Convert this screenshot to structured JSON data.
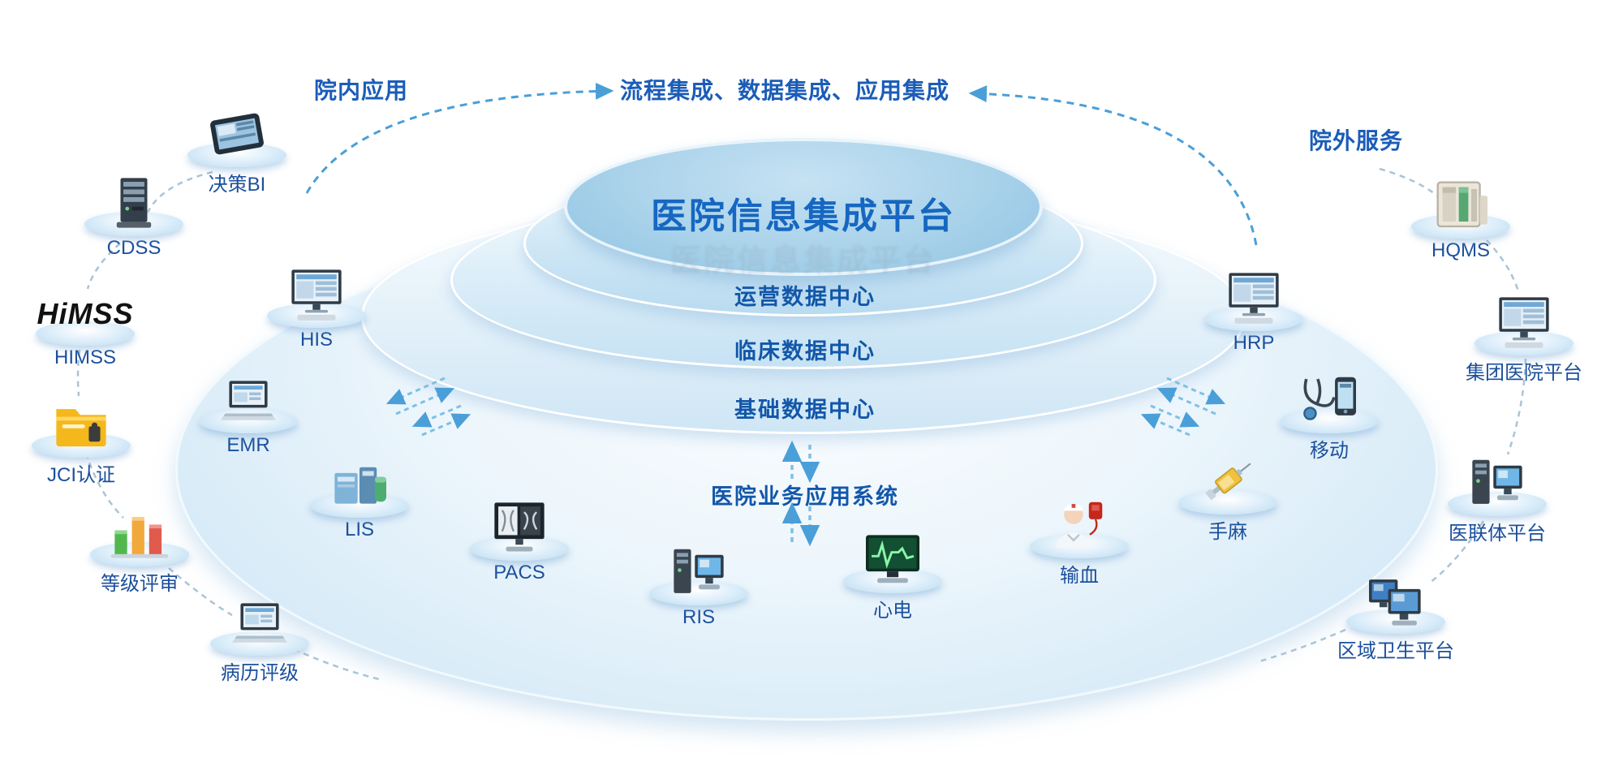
{
  "headers": {
    "inside": "院内应用",
    "integration": "流程集成、数据集成、应用集成",
    "outside": "院外服务"
  },
  "platform": {
    "title": "医院信息集成平台",
    "layers": [
      "运营数据中心",
      "临床数据中心",
      "基础数据中心"
    ],
    "apps_label": "医院业务应用系统"
  },
  "nodes": {
    "jueceBI": {
      "label": "决策BI",
      "icon": "tablet-icon"
    },
    "cdss": {
      "label": "CDSS",
      "icon": "server-icon"
    },
    "himss": {
      "label": "HIMSS",
      "icon": "himss-logo",
      "logo": "HiMSS"
    },
    "jci": {
      "label": "JCI认证",
      "icon": "certificate-folder-icon"
    },
    "dengji": {
      "label": "等级评审",
      "icon": "rating-bars-icon"
    },
    "bingli": {
      "label": "病历评级",
      "icon": "laptop-icon"
    },
    "his": {
      "label": "HIS",
      "icon": "desktop-monitor-icon"
    },
    "emr": {
      "label": "EMR",
      "icon": "laptop-icon"
    },
    "lis": {
      "label": "LIS",
      "icon": "lab-boxes-icon"
    },
    "pacs": {
      "label": "PACS",
      "icon": "xray-monitor-icon"
    },
    "ris": {
      "label": "RIS",
      "icon": "workstation-icon"
    },
    "xindian": {
      "label": "心电",
      "icon": "ecg-monitor-icon"
    },
    "shuxue": {
      "label": "输血",
      "icon": "nurse-blood-icon"
    },
    "shouma": {
      "label": "手麻",
      "icon": "syringe-icon"
    },
    "yidong": {
      "label": "移动",
      "icon": "mobile-stethoscope-icon"
    },
    "hrp": {
      "label": "HRP",
      "icon": "desktop-monitor-icon"
    },
    "hqms": {
      "label": "HQMS",
      "icon": "folders-cabinet-icon"
    },
    "jituan": {
      "label": "集团医院平台",
      "icon": "desktop-monitor-icon"
    },
    "yilianti": {
      "label": "医联体平台",
      "icon": "workstation-icon"
    },
    "quyu": {
      "label": "区域卫生平台",
      "icon": "dual-computers-icon"
    }
  },
  "colors": {
    "accent_blue": "#1b5cb8",
    "label_blue": "#1b4f9c",
    "title_blue": "#1667c1",
    "dash_blue": "#58a6d8",
    "disc_blue": "#a9d2ea"
  }
}
